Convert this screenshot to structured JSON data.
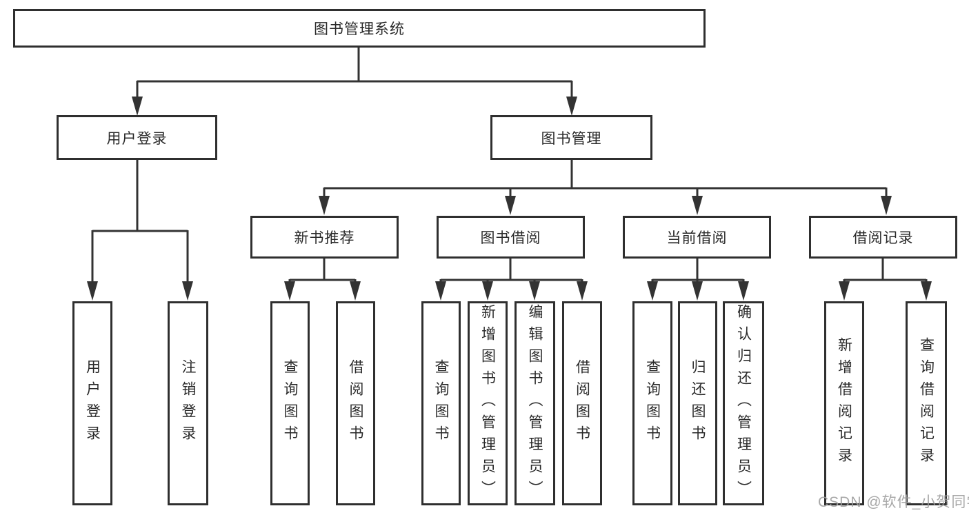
{
  "diagram": {
    "tree": {
      "label": "图书管理系统",
      "children": [
        {
          "label": "用户登录",
          "children": [
            {
              "label": "用户登录"
            },
            {
              "label": "注销登录"
            }
          ]
        },
        {
          "label": "图书管理",
          "children": [
            {
              "label": "新书推荐",
              "children": [
                {
                  "label": "查询图书"
                },
                {
                  "label": "借阅图书"
                }
              ]
            },
            {
              "label": "图书借阅",
              "children": [
                {
                  "label": "查询图书"
                },
                {
                  "label": "新增图书（管理员）"
                },
                {
                  "label": "编辑图书（管理员）"
                },
                {
                  "label": "借阅图书"
                }
              ]
            },
            {
              "label": "当前借阅",
              "children": [
                {
                  "label": "查询图书"
                },
                {
                  "label": "归还图书"
                },
                {
                  "label": "确认归还（管理员）"
                }
              ]
            },
            {
              "label": "借阅记录",
              "children": [
                {
                  "label": "新增借阅记录"
                },
                {
                  "label": "查询借阅记录"
                }
              ]
            }
          ]
        }
      ]
    },
    "colors": {
      "line": "#333333",
      "border": "#2f2f2f",
      "background": "#ffffff"
    }
  },
  "watermark": {
    "text": "CSDN @软件_小贺同学"
  }
}
